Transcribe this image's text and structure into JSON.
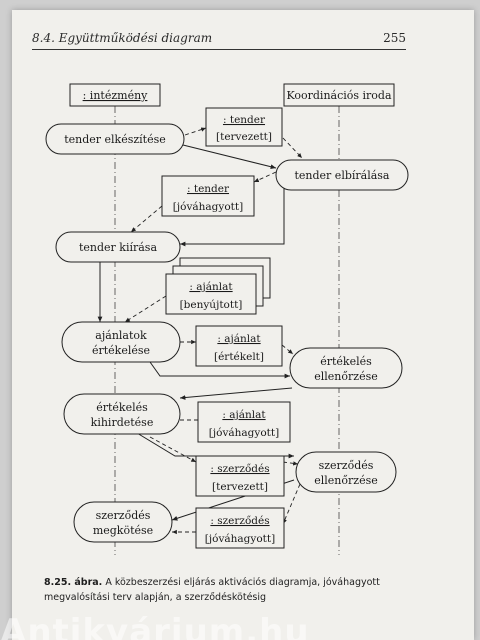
{
  "header": {
    "section": "8.4. Együttműködési diagram",
    "page_number": "255"
  },
  "swimlanes": {
    "left": ": intézmény",
    "right": "Koordinációs iroda"
  },
  "activities": {
    "tender_elkeszitese": "tender elkészítése",
    "tender_elbiralasa": "tender elbírálása",
    "tender_kiirasa": "tender kiírása",
    "ajanlatok_ertekelese": [
      "ajánlatok",
      "értékelése"
    ],
    "ertekeles_ellenorzese": [
      "értékelés",
      "ellenőrzése"
    ],
    "ertekeles_kihirdetese": [
      "értékelés",
      "kihirdetése"
    ],
    "szerzodes_ellenorzese": [
      "szerződés",
      "ellenőrzése"
    ],
    "szerzodes_megkotese": [
      "szerződés",
      "megkötése"
    ]
  },
  "objects": {
    "tender_tervezett": {
      "name": ": tender",
      "state": "[tervezett]"
    },
    "tender_jovahagyott": {
      "name": ": tender",
      "state": "[jóváhagyott]"
    },
    "ajanlat_benyujtott": {
      "name": ": ajánlat",
      "state": "[benyújtott]"
    },
    "ajanlat_ertekelt": {
      "name": ": ajánlat",
      "state": "[értékelt]"
    },
    "ajanlat_jovahagyott": {
      "name": ": ajánlat",
      "state": "[jóváhagyott]"
    },
    "szerzodes_tervezett": {
      "name": ": szerződés",
      "state": "[tervezett]"
    },
    "szerzodes_jovahagyott": {
      "name": ": szerződés",
      "state": "[jóváhagyott]"
    }
  },
  "caption": {
    "label": "8.25. ábra.",
    "text": "A közbeszerzési eljárás aktivációs diagramja, jóváhagyott megvalósítási terv alapján, a szerződéskötésig"
  },
  "watermark": "Antikvárium.hu"
}
